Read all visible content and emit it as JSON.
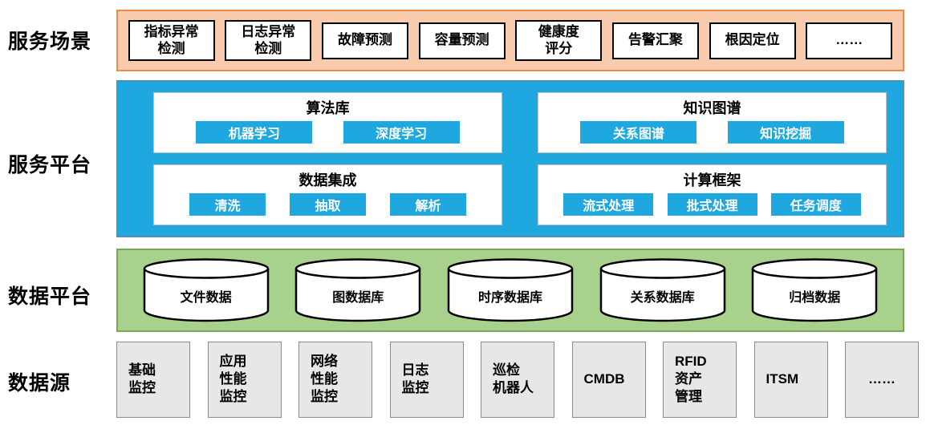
{
  "layers": {
    "scenarios": {
      "label": "服务场景",
      "items": [
        {
          "label": "指标异常\n检测"
        },
        {
          "label": "日志异常\n检测"
        },
        {
          "label": "故障预测"
        },
        {
          "label": "容量预测"
        },
        {
          "label": "健康度\n评分"
        },
        {
          "label": "告警汇聚"
        },
        {
          "label": "根因定位"
        },
        {
          "label": "……"
        }
      ]
    },
    "platform": {
      "label": "服务平台",
      "panels": [
        {
          "title": "算法库",
          "buttons": [
            "机器学习",
            "深度学习"
          ]
        },
        {
          "title": "知识图谱",
          "buttons": [
            "关系图谱",
            "知识挖掘"
          ]
        },
        {
          "title": "数据集成",
          "buttons": [
            "清洗",
            "抽取",
            "解析"
          ]
        },
        {
          "title": "计算框架",
          "buttons": [
            "流式处理",
            "批式处理",
            "任务调度"
          ]
        }
      ]
    },
    "data_platform": {
      "label": "数据平台",
      "databases": [
        "文件数据",
        "图数据库",
        "时序数据库",
        "关系数据库",
        "归档数据"
      ]
    },
    "data_sources": {
      "label": "数据源",
      "items": [
        "基础\n监控",
        "应用\n性能\n监控",
        "网络\n性能\n监控",
        "日志\n监控",
        "巡检\n机器人",
        "CMDB",
        "RFID\n资产\n管理",
        "ITSM",
        "……"
      ]
    }
  },
  "colors": {
    "scenario_band_fill": "#F8CBAD",
    "scenario_band_border": "#ED8A46",
    "platform_band_fill": "#1FA7E0",
    "data_band_fill": "#A9D18E",
    "data_band_border": "#7CA75B",
    "source_box_fill": "#E8E7E7",
    "chip_fill": "#1FA7E0"
  }
}
